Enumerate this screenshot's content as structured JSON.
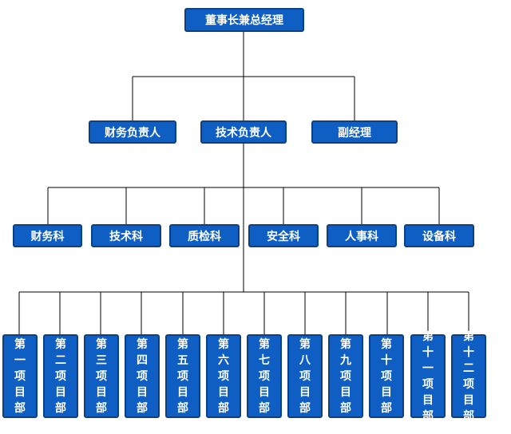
{
  "org": {
    "top": "董事长兼总经理",
    "level2": [
      "财务负责人",
      "技术负责人",
      "副经理"
    ],
    "departments": [
      "财务科",
      "技术科",
      "质检科",
      "安全科",
      "人事科",
      "设备科"
    ],
    "projects": [
      "第一项目部",
      "第二项目部",
      "第三项目部",
      "第四项目部",
      "第五项目部",
      "第六项目部",
      "第七项目部",
      "第八项目部",
      "第九项目部",
      "第十项目部",
      "第十一项目部",
      "第十二项目部"
    ]
  },
  "colors": {
    "box_fill": "#0f5ec4",
    "box_border": "#0b3f86",
    "text": "#ffffff",
    "line": "#000000"
  }
}
